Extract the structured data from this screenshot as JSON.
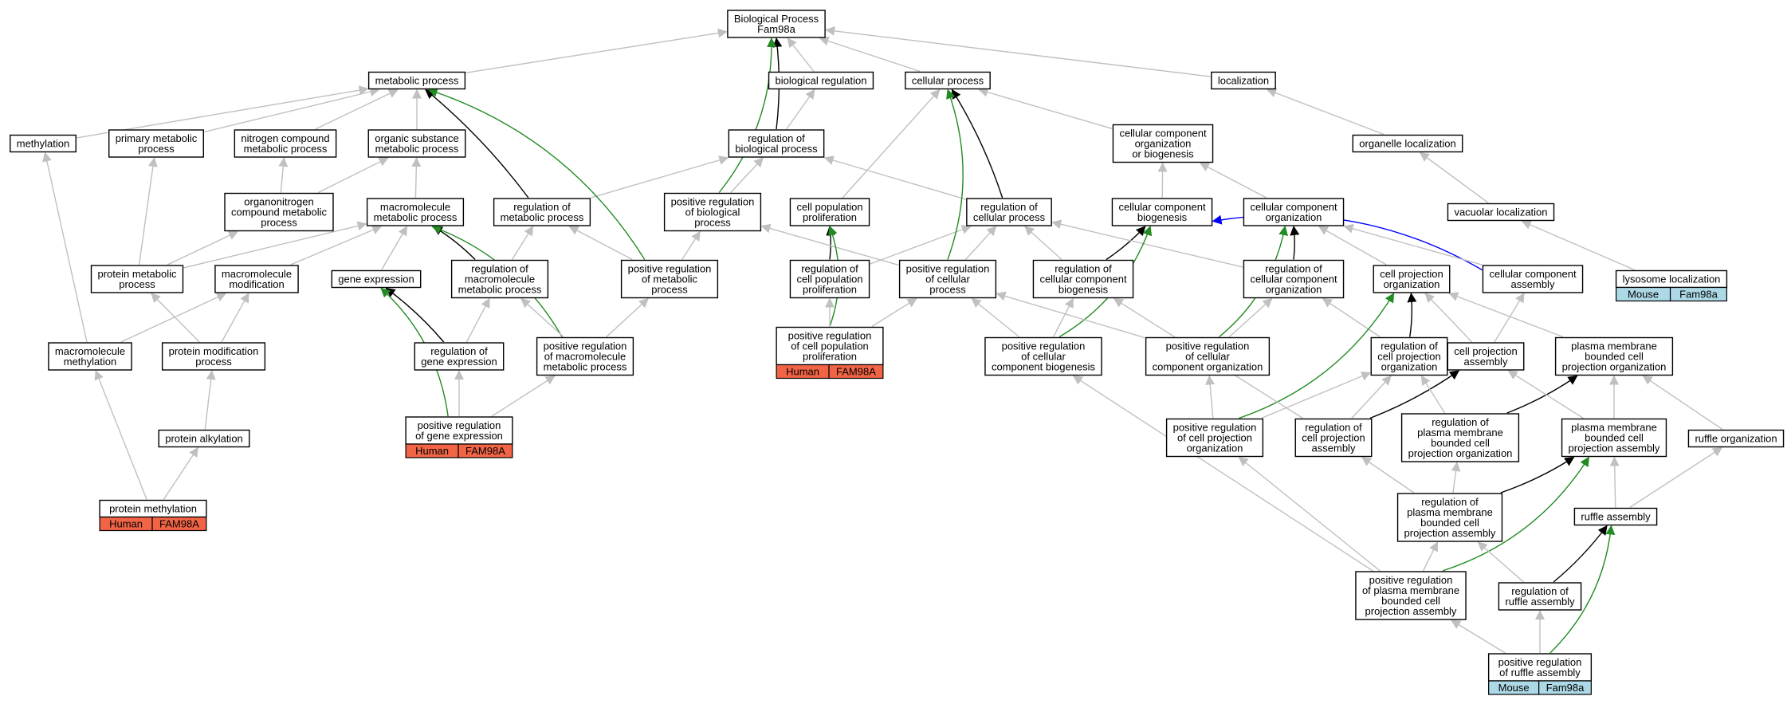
{
  "colors": {
    "node_fill": "#ffffff",
    "node_border": "#000000",
    "edge_gray": "#c0c0c0",
    "edge_black": "#000000",
    "edge_green": "#228b22",
    "edge_blue": "#0000ff",
    "human_tag": "#f26446",
    "mouse_tag": "#add8e6"
  },
  "nodes": [
    {
      "id": "root",
      "lines": [
        "Biological Process",
        "Fam98a"
      ]
    },
    {
      "id": "metabolic",
      "lines": [
        "metabolic process"
      ]
    },
    {
      "id": "bioreg",
      "lines": [
        "biological regulation"
      ]
    },
    {
      "id": "cellular",
      "lines": [
        "cellular process"
      ]
    },
    {
      "id": "localization",
      "lines": [
        "localization"
      ]
    },
    {
      "id": "methylation",
      "lines": [
        "methylation"
      ]
    },
    {
      "id": "primary",
      "lines": [
        "primary metabolic",
        "process"
      ]
    },
    {
      "id": "nitrogen",
      "lines": [
        "nitrogen compound",
        "metabolic process"
      ]
    },
    {
      "id": "organic",
      "lines": [
        "organic substance",
        "metabolic process"
      ]
    },
    {
      "id": "regbio",
      "lines": [
        "regulation of",
        "biological process"
      ]
    },
    {
      "id": "ccob",
      "lines": [
        "cellular component",
        "organization",
        "or biogenesis"
      ]
    },
    {
      "id": "orgloc",
      "lines": [
        "organelle localization"
      ]
    },
    {
      "id": "organonitrogen",
      "lines": [
        "organonitrogen",
        "compound metabolic",
        "process"
      ]
    },
    {
      "id": "macromet",
      "lines": [
        "macromolecule",
        "metabolic process"
      ]
    },
    {
      "id": "regmet",
      "lines": [
        "regulation of",
        "metabolic process"
      ]
    },
    {
      "id": "posregbio",
      "lines": [
        "positive regulation",
        "of biological",
        "process"
      ]
    },
    {
      "id": "cellpop",
      "lines": [
        "cell population",
        "proliferation"
      ]
    },
    {
      "id": "regcell",
      "lines": [
        "regulation of",
        "cellular process"
      ]
    },
    {
      "id": "ccbio",
      "lines": [
        "cellular component",
        "biogenesis"
      ]
    },
    {
      "id": "ccorg",
      "lines": [
        "cellular component",
        "organization"
      ]
    },
    {
      "id": "vacloc",
      "lines": [
        "vacuolar localization"
      ]
    },
    {
      "id": "protmet",
      "lines": [
        "protein metabolic",
        "process"
      ]
    },
    {
      "id": "macromod",
      "lines": [
        "macromolecule",
        "modification"
      ]
    },
    {
      "id": "geneexp",
      "lines": [
        "gene expression"
      ]
    },
    {
      "id": "regmacromet",
      "lines": [
        "regulation of",
        "macromolecule",
        "metabolic process"
      ]
    },
    {
      "id": "posregmet",
      "lines": [
        "positive regulation",
        "of metabolic",
        "process"
      ]
    },
    {
      "id": "regcellpop",
      "lines": [
        "regulation of",
        "cell population",
        "proliferation"
      ]
    },
    {
      "id": "posregcell",
      "lines": [
        "positive regulation",
        "of cellular",
        "process"
      ]
    },
    {
      "id": "regccbio",
      "lines": [
        "regulation of",
        "cellular component",
        "biogenesis"
      ]
    },
    {
      "id": "regccorg",
      "lines": [
        "regulation of",
        "cellular component",
        "organization"
      ]
    },
    {
      "id": "cellproj",
      "lines": [
        "cell projection",
        "organization"
      ]
    },
    {
      "id": "ccassembly",
      "lines": [
        "cellular component",
        "assembly"
      ]
    },
    {
      "id": "lysloc",
      "lines": [
        "lysosome localization"
      ],
      "tag": [
        "Mouse",
        "Fam98a"
      ],
      "tagColor": "mouse"
    },
    {
      "id": "macromethyl",
      "lines": [
        "macromolecule",
        "methylation"
      ]
    },
    {
      "id": "protmod",
      "lines": [
        "protein modification",
        "process"
      ]
    },
    {
      "id": "reggene",
      "lines": [
        "regulation of",
        "gene expression"
      ]
    },
    {
      "id": "posregmacromet",
      "lines": [
        "positive regulation",
        "of macromolecule",
        "metabolic process"
      ]
    },
    {
      "id": "posregcellpop",
      "lines": [
        "positive regulation",
        "of cell population",
        "proliferation"
      ],
      "tag": [
        "Human",
        "FAM98A"
      ],
      "tagColor": "human"
    },
    {
      "id": "posregccbio",
      "lines": [
        "positive regulation",
        "of cellular",
        "component biogenesis"
      ]
    },
    {
      "id": "posregccorg",
      "lines": [
        "positive regulation",
        "of cellular",
        "component organization"
      ]
    },
    {
      "id": "regcellproj",
      "lines": [
        "regulation of",
        "cell projection",
        "organization"
      ]
    },
    {
      "id": "cellprojassem",
      "lines": [
        "cell projection",
        "assembly"
      ]
    },
    {
      "id": "pmbcpo",
      "lines": [
        "plasma membrane",
        "bounded cell",
        "projection organization"
      ]
    },
    {
      "id": "protalk",
      "lines": [
        "protein alkylation"
      ]
    },
    {
      "id": "posreggene",
      "lines": [
        "positive regulation",
        "of gene expression"
      ],
      "tag": [
        "Human",
        "FAM98A"
      ],
      "tagColor": "human"
    },
    {
      "id": "posregcellprojorg",
      "lines": [
        "positive regulation",
        "of cell projection",
        "organization"
      ]
    },
    {
      "id": "regcellprojassem",
      "lines": [
        "regulation of",
        "cell projection",
        "assembly"
      ]
    },
    {
      "id": "regpmbcpo",
      "lines": [
        "regulation of",
        "plasma membrane",
        "bounded cell",
        "projection organization"
      ]
    },
    {
      "id": "pmbcpa",
      "lines": [
        "plasma membrane",
        "bounded cell",
        "projection assembly"
      ]
    },
    {
      "id": "ruffleorg",
      "lines": [
        "ruffle organization"
      ]
    },
    {
      "id": "protmethyl",
      "lines": [
        "protein methylation"
      ],
      "tag": [
        "Human",
        "FAM98A"
      ],
      "tagColor": "human"
    },
    {
      "id": "regpmbcpa",
      "lines": [
        "regulation of",
        "plasma membrane",
        "bounded cell",
        "projection assembly"
      ]
    },
    {
      "id": "ruffleassem",
      "lines": [
        "ruffle assembly"
      ]
    },
    {
      "id": "posregpmbcpa",
      "lines": [
        "positive regulation",
        "of plasma membrane",
        "bounded cell",
        "projection assembly"
      ]
    },
    {
      "id": "regruffle",
      "lines": [
        "regulation of",
        "ruffle assembly"
      ]
    },
    {
      "id": "posregruffle",
      "lines": [
        "positive regulation",
        "of ruffle assembly"
      ],
      "tag": [
        "Mouse",
        "Fam98a"
      ],
      "tagColor": "mouse"
    }
  ],
  "edges": [
    {
      "from": "metabolic",
      "to": "root",
      "color": "gray"
    },
    {
      "from": "bioreg",
      "to": "root",
      "color": "gray"
    },
    {
      "from": "cellular",
      "to": "root",
      "color": "gray"
    },
    {
      "from": "localization",
      "to": "root",
      "color": "gray"
    },
    {
      "from": "methylation",
      "to": "metabolic",
      "color": "gray"
    },
    {
      "from": "primary",
      "to": "metabolic",
      "color": "gray"
    },
    {
      "from": "nitrogen",
      "to": "metabolic",
      "color": "gray"
    },
    {
      "from": "organic",
      "to": "metabolic",
      "color": "gray"
    },
    {
      "from": "regbio",
      "to": "root",
      "color": "black"
    },
    {
      "from": "regbio",
      "to": "bioreg",
      "color": "gray"
    },
    {
      "from": "ccob",
      "to": "cellular",
      "color": "gray"
    },
    {
      "from": "orgloc",
      "to": "localization",
      "color": "gray"
    },
    {
      "from": "organonitrogen",
      "to": "nitrogen",
      "color": "gray"
    },
    {
      "from": "organonitrogen",
      "to": "organic",
      "color": "gray"
    },
    {
      "from": "macromet",
      "to": "organic",
      "color": "gray"
    },
    {
      "from": "regmet",
      "to": "metabolic",
      "color": "black"
    },
    {
      "from": "regmet",
      "to": "regbio",
      "color": "gray"
    },
    {
      "from": "posregbio",
      "to": "root",
      "color": "green"
    },
    {
      "from": "posregbio",
      "to": "regbio",
      "color": "gray"
    },
    {
      "from": "cellpop",
      "to": "cellular",
      "color": "gray"
    },
    {
      "from": "regcell",
      "to": "cellular",
      "color": "black"
    },
    {
      "from": "regcell",
      "to": "regbio",
      "color": "gray"
    },
    {
      "from": "ccbio",
      "to": "ccob",
      "color": "gray"
    },
    {
      "from": "ccorg",
      "to": "ccob",
      "color": "gray"
    },
    {
      "from": "vacloc",
      "to": "orgloc",
      "color": "gray"
    },
    {
      "from": "protmet",
      "to": "primary",
      "color": "gray"
    },
    {
      "from": "protmet",
      "to": "organonitrogen",
      "color": "gray"
    },
    {
      "from": "protmet",
      "to": "macromet",
      "color": "gray"
    },
    {
      "from": "macromod",
      "to": "macromet",
      "color": "gray"
    },
    {
      "from": "geneexp",
      "to": "macromet",
      "color": "gray"
    },
    {
      "from": "regmacromet",
      "to": "macromet",
      "color": "black"
    },
    {
      "from": "regmacromet",
      "to": "regmet",
      "color": "gray"
    },
    {
      "from": "posregmet",
      "to": "metabolic",
      "color": "green"
    },
    {
      "from": "posregmet",
      "to": "regmet",
      "color": "gray"
    },
    {
      "from": "posregmet",
      "to": "posregbio",
      "color": "gray"
    },
    {
      "from": "regcellpop",
      "to": "cellpop",
      "color": "black"
    },
    {
      "from": "regcellpop",
      "to": "regcell",
      "color": "gray"
    },
    {
      "from": "posregcell",
      "to": "cellular",
      "color": "green"
    },
    {
      "from": "posregcell",
      "to": "regcell",
      "color": "gray"
    },
    {
      "from": "posregcell",
      "to": "posregbio",
      "color": "gray"
    },
    {
      "from": "regccbio",
      "to": "ccbio",
      "color": "black"
    },
    {
      "from": "regccbio",
      "to": "regcell",
      "color": "gray"
    },
    {
      "from": "regccorg",
      "to": "ccorg",
      "color": "black"
    },
    {
      "from": "regccorg",
      "to": "regcell",
      "color": "gray"
    },
    {
      "from": "cellproj",
      "to": "ccorg",
      "color": "gray"
    },
    {
      "from": "ccassembly",
      "to": "ccbio",
      "color": "blue"
    },
    {
      "from": "ccassembly",
      "to": "ccorg",
      "color": "gray"
    },
    {
      "from": "lysloc",
      "to": "vacloc",
      "color": "gray"
    },
    {
      "from": "macromethyl",
      "to": "methylation",
      "color": "gray"
    },
    {
      "from": "macromethyl",
      "to": "macromod",
      "color": "gray"
    },
    {
      "from": "protmod",
      "to": "protmet",
      "color": "gray"
    },
    {
      "from": "protmod",
      "to": "macromod",
      "color": "gray"
    },
    {
      "from": "reggene",
      "to": "geneexp",
      "color": "black"
    },
    {
      "from": "reggene",
      "to": "regmacromet",
      "color": "gray"
    },
    {
      "from": "posregmacromet",
      "to": "macromet",
      "color": "green"
    },
    {
      "from": "posregmacromet",
      "to": "regmacromet",
      "color": "gray"
    },
    {
      "from": "posregmacromet",
      "to": "posregmet",
      "color": "gray"
    },
    {
      "from": "posregcellpop",
      "to": "cellpop",
      "color": "green"
    },
    {
      "from": "posregcellpop",
      "to": "regcellpop",
      "color": "gray"
    },
    {
      "from": "posregcellpop",
      "to": "posregcell",
      "color": "gray"
    },
    {
      "from": "posregccbio",
      "to": "ccbio",
      "color": "green"
    },
    {
      "from": "posregccbio",
      "to": "regccbio",
      "color": "gray"
    },
    {
      "from": "posregccbio",
      "to": "posregcell",
      "color": "gray"
    },
    {
      "from": "posregccorg",
      "to": "ccorg",
      "color": "green"
    },
    {
      "from": "posregccorg",
      "to": "regccorg",
      "color": "gray"
    },
    {
      "from": "posregccorg",
      "to": "posregcell",
      "color": "gray"
    },
    {
      "from": "regcellproj",
      "to": "cellproj",
      "color": "black"
    },
    {
      "from": "regcellproj",
      "to": "regccorg",
      "color": "gray"
    },
    {
      "from": "cellprojassem",
      "to": "cellproj",
      "color": "gray"
    },
    {
      "from": "cellprojassem",
      "to": "ccassembly",
      "color": "gray"
    },
    {
      "from": "pmbcpo",
      "to": "cellproj",
      "color": "gray"
    },
    {
      "from": "protalk",
      "to": "protmod",
      "color": "gray"
    },
    {
      "from": "posreggene",
      "to": "geneexp",
      "color": "green"
    },
    {
      "from": "posreggene",
      "to": "reggene",
      "color": "gray"
    },
    {
      "from": "posreggene",
      "to": "posregmacromet",
      "color": "gray"
    },
    {
      "from": "posregcellprojorg",
      "to": "cellproj",
      "color": "green"
    },
    {
      "from": "posregcellprojorg",
      "to": "posregccorg",
      "color": "gray"
    },
    {
      "from": "posregcellprojorg",
      "to": "regcellproj",
      "color": "gray"
    },
    {
      "from": "regcellprojassem",
      "to": "cellprojassem",
      "color": "black"
    },
    {
      "from": "regcellprojassem",
      "to": "regcellproj",
      "color": "gray"
    },
    {
      "from": "regcellprojassem",
      "to": "regccbio",
      "color": "gray"
    },
    {
      "from": "regpmbcpo",
      "to": "pmbcpo",
      "color": "black"
    },
    {
      "from": "regpmbcpo",
      "to": "regcellproj",
      "color": "gray"
    },
    {
      "from": "pmbcpa",
      "to": "pmbcpo",
      "color": "gray"
    },
    {
      "from": "pmbcpa",
      "to": "cellprojassem",
      "color": "gray"
    },
    {
      "from": "ruffleorg",
      "to": "pmbcpo",
      "color": "gray"
    },
    {
      "from": "protmethyl",
      "to": "macromethyl",
      "color": "gray"
    },
    {
      "from": "protmethyl",
      "to": "protalk",
      "color": "gray"
    },
    {
      "from": "regpmbcpa",
      "to": "pmbcpa",
      "color": "black"
    },
    {
      "from": "regpmbcpa",
      "to": "regpmbcpo",
      "color": "gray"
    },
    {
      "from": "regpmbcpa",
      "to": "regcellprojassem",
      "color": "gray"
    },
    {
      "from": "ruffleassem",
      "to": "pmbcpa",
      "color": "gray"
    },
    {
      "from": "ruffleassem",
      "to": "ruffleorg",
      "color": "gray"
    },
    {
      "from": "posregpmbcpa",
      "to": "pmbcpa",
      "color": "green"
    },
    {
      "from": "posregpmbcpa",
      "to": "regpmbcpa",
      "color": "gray"
    },
    {
      "from": "posregpmbcpa",
      "to": "posregcellprojorg",
      "color": "gray"
    },
    {
      "from": "posregpmbcpa",
      "to": "posregccbio",
      "color": "gray"
    },
    {
      "from": "regruffle",
      "to": "ruffleassem",
      "color": "black"
    },
    {
      "from": "regruffle",
      "to": "regpmbcpa",
      "color": "gray"
    },
    {
      "from": "posregruffle",
      "to": "ruffleassem",
      "color": "green"
    },
    {
      "from": "posregruffle",
      "to": "regruffle",
      "color": "gray"
    },
    {
      "from": "posregruffle",
      "to": "posregpmbcpa",
      "color": "gray"
    }
  ]
}
